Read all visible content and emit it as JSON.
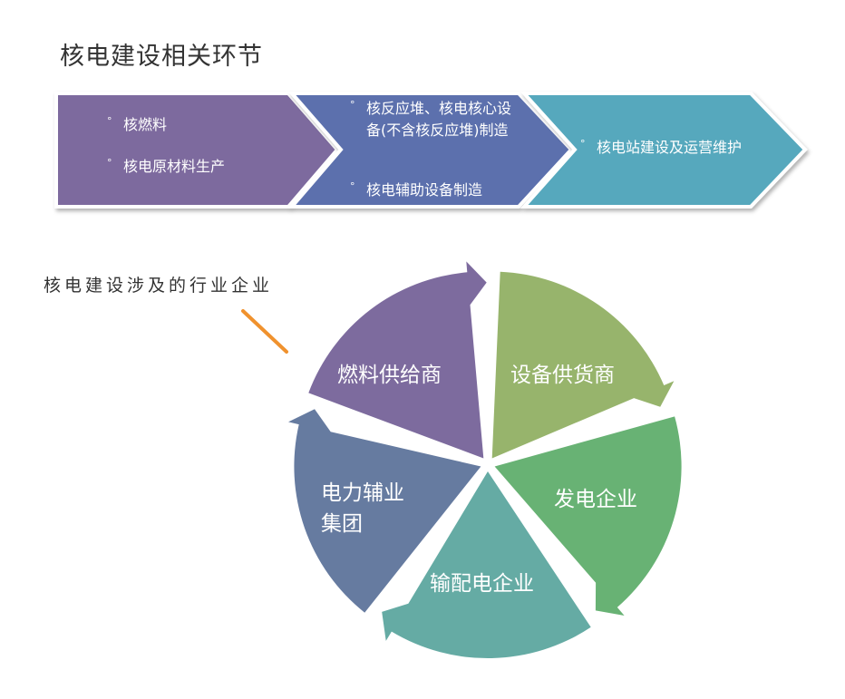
{
  "title": "核电建设相关环节",
  "chevrons": [
    {
      "color": "#7d6b9e",
      "items": [
        "核燃料",
        "核电原材料生产"
      ]
    },
    {
      "color": "#5b6fad",
      "items": [
        "核反应堆、核电核心设备(不含核反应堆)制造",
        "核电辅助设备制造"
      ]
    },
    {
      "color": "#56a8bd",
      "items": [
        "核电站建设及运营维护"
      ]
    }
  ],
  "bullet": "°",
  "note": "核电建设涉及的行业企业",
  "accent": "#f0922e",
  "cycle": [
    {
      "label": "设备供货商",
      "color": "#97b46c"
    },
    {
      "label": "发电企业",
      "color": "#68b274"
    },
    {
      "label": "输配电企业",
      "color": "#65aba4"
    },
    {
      "label_line1": "电力辅业",
      "label_line2": "集团",
      "color": "#667ba0"
    },
    {
      "label": "燃料供给商",
      "color": "#7d6b9e"
    }
  ]
}
